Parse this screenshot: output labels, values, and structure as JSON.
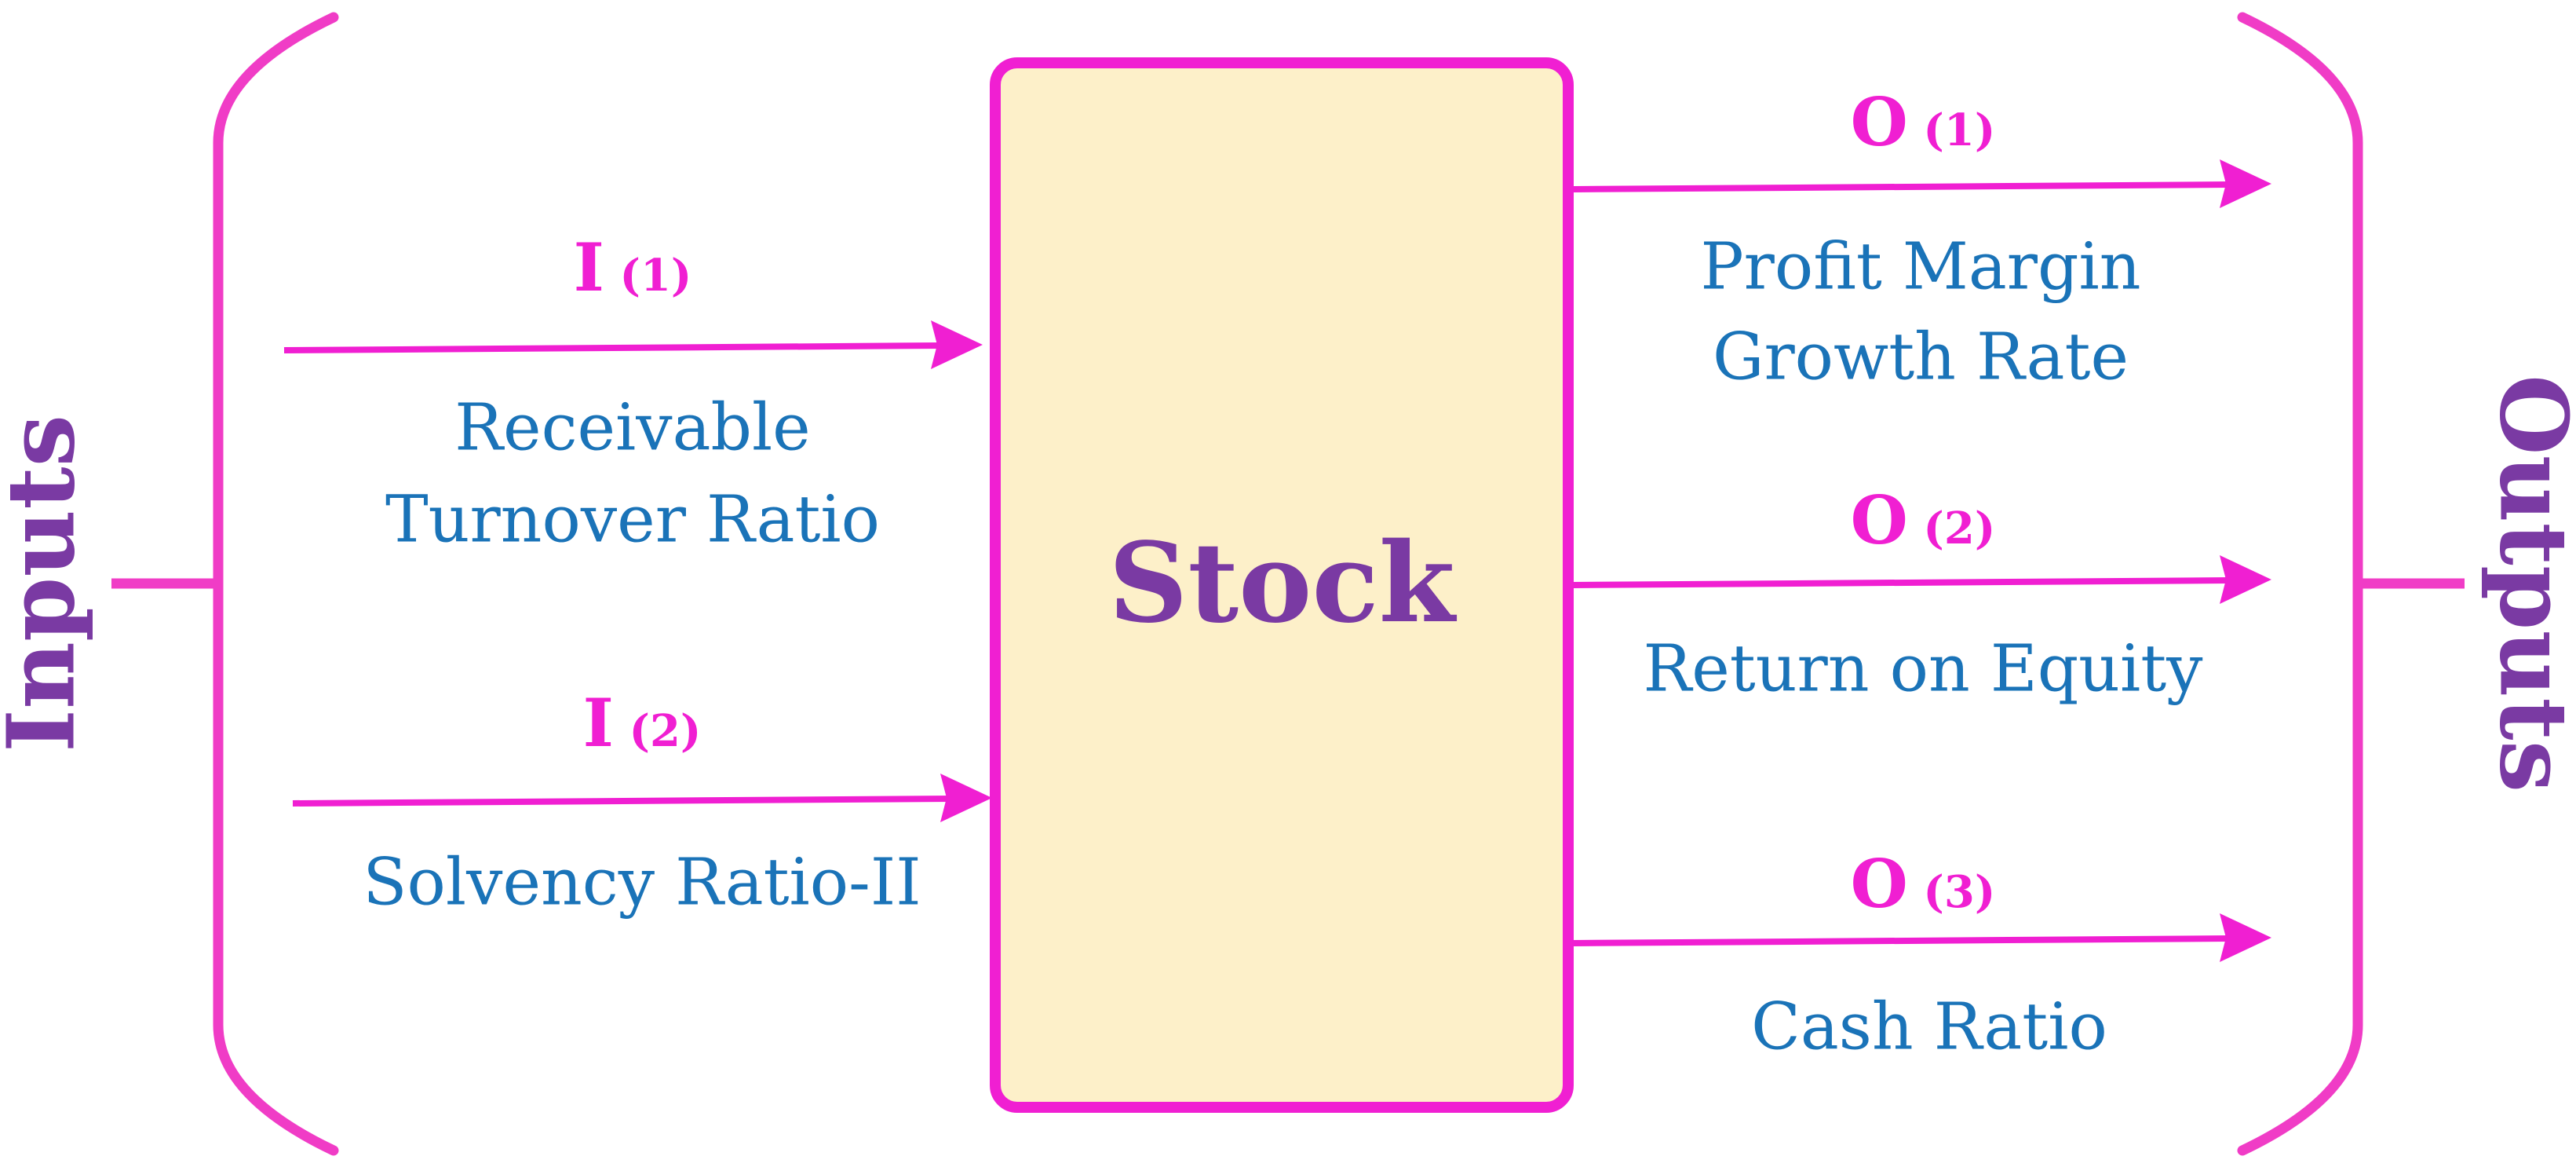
{
  "colors": {
    "magenta": "#f01fd2",
    "bracket": "#f03cc6",
    "blue": "#1a73b8",
    "purple": "#7a3aa3",
    "box_fill": "#fdf0c9"
  },
  "left": {
    "title": "Inputs"
  },
  "right": {
    "title": "Outputs"
  },
  "center": {
    "title": "Stock"
  },
  "inputs": [
    {
      "letter": "I",
      "num": "(1)",
      "lines": [
        "Receivable",
        "Turnover Ratio"
      ]
    },
    {
      "letter": "I",
      "num": "(2)",
      "lines": [
        "Solvency Ratio-II"
      ]
    }
  ],
  "outputs": [
    {
      "letter": "O",
      "num": "(1)",
      "lines": [
        "Profit Margin",
        "Growth Rate"
      ]
    },
    {
      "letter": "O",
      "num": "(2)",
      "lines": [
        "Return on Equity"
      ]
    },
    {
      "letter": "O",
      "num": "(3)",
      "lines": [
        "Cash Ratio"
      ]
    }
  ]
}
